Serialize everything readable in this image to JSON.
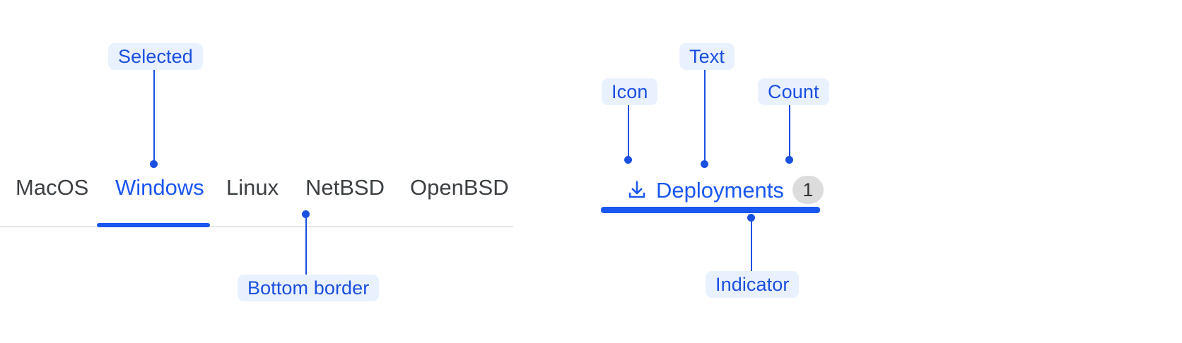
{
  "annotations": {
    "selected": "Selected",
    "bottom_border": "Bottom border",
    "icon": "Icon",
    "text": "Text",
    "count": "Count",
    "indicator": "Indicator"
  },
  "tabstrip": {
    "tabs": [
      {
        "label": "MacOS",
        "selected": false
      },
      {
        "label": "Windows",
        "selected": true
      },
      {
        "label": "Linux",
        "selected": false
      },
      {
        "label": "NetBSD",
        "selected": false
      },
      {
        "label": "OpenBSD",
        "selected": false
      }
    ]
  },
  "tabitem": {
    "icon": "download-icon",
    "label": "Deployments",
    "count": "1"
  },
  "colors": {
    "accent": "#1a56f0",
    "annotation_text": "#1a50e0",
    "annotation_bg": "#eaf1fe",
    "tab_text": "#3c4043",
    "rule": "#e6e6e6",
    "badge_bg": "#dcdcdc",
    "badge_text": "#333333",
    "page_bg": "#ffffff"
  }
}
